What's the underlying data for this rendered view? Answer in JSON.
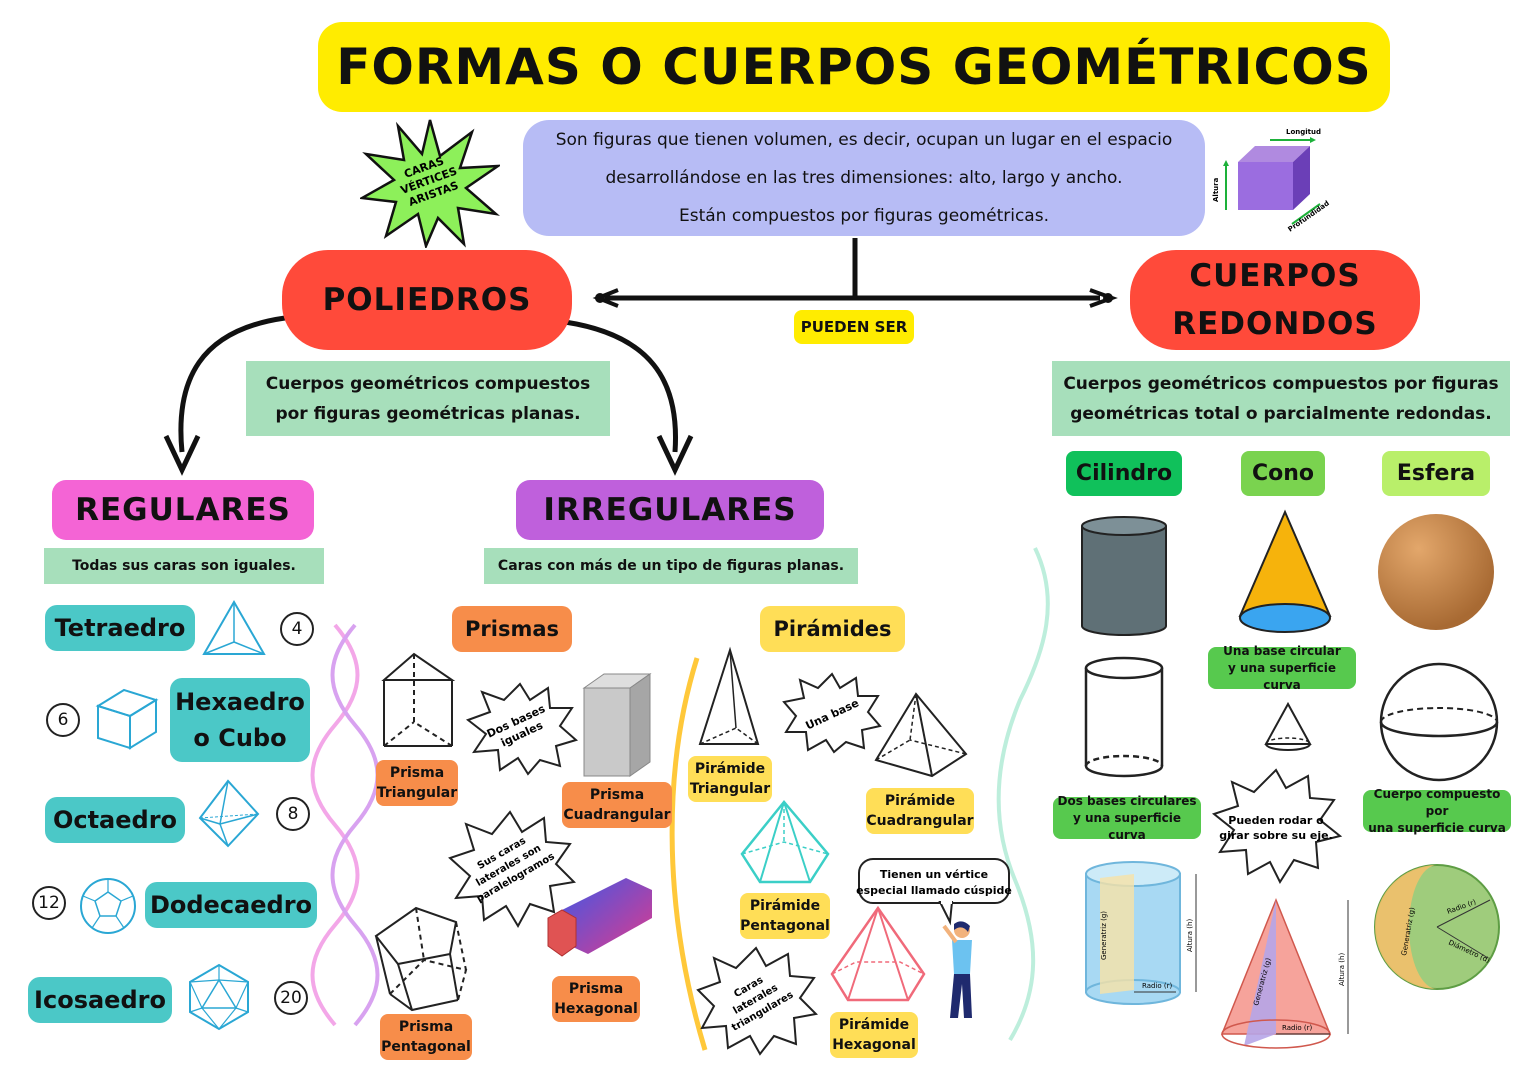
{
  "title": "FORMAS O CUERPOS GEOMÉTRICOS",
  "definition": {
    "line1": "Son figuras que tienen volumen, es decir, ocupan un lugar en el espacio",
    "line2": "desarrollándose en las tres dimensiones: alto, largo y ancho.",
    "line3": "Están compuestos por figuras geométricas."
  },
  "starburst": {
    "line1": "CARAS",
    "line2": "VÉRTICES",
    "line3": "ARISTAS"
  },
  "cube_axes": {
    "top": "Longitud",
    "left": "Altura",
    "right": "Profundidad"
  },
  "connector": "PUEDEN SER",
  "poliedros": {
    "label": "POLIEDROS",
    "note_line1": "Cuerpos geométricos compuestos",
    "note_line2": "por figuras geométricas planas."
  },
  "redondos": {
    "label_line1": "CUERPOS",
    "label_line2": "REDONDOS",
    "note_line1": "Cuerpos geométricos compuestos por figuras",
    "note_line2": "geométricas total o parcialmente redondas."
  },
  "regulares": {
    "label": "REGULARES",
    "note": "Todas sus caras son iguales.",
    "items": [
      {
        "name": "Tetraedro",
        "faces": "4"
      },
      {
        "name_line1": "Hexaedro",
        "name_line2": "o Cubo",
        "faces": "6"
      },
      {
        "name": "Octaedro",
        "faces": "8"
      },
      {
        "name": "Dodecaedro",
        "faces": "12"
      },
      {
        "name": "Icosaedro",
        "faces": "20"
      }
    ]
  },
  "irregulares": {
    "label": "IRREGULARES",
    "note": "Caras con más de un tipo de figuras planas.",
    "prismas": {
      "label": "Prismas",
      "triangular": [
        "Prisma",
        "Triangular"
      ],
      "cuadrangular": [
        "Prisma",
        "Cuadrangular"
      ],
      "pentagonal": [
        "Prisma",
        "Pentagonal"
      ],
      "hexagonal": [
        "Prisma",
        "Hexagonal"
      ],
      "burst_bases": [
        "Dos bases",
        "iguales"
      ],
      "burst_caras": [
        "Sus caras",
        "laterales son",
        "paralelogramos"
      ]
    },
    "piramides": {
      "label": "Pirámides",
      "triangular": [
        "Pirámide",
        "Triangular"
      ],
      "cuadrangular": [
        "Pirámide",
        "Cuadrangular"
      ],
      "pentagonal": [
        "Pirámide",
        "Pentagonal"
      ],
      "hexagonal": [
        "Pirámide",
        "Hexagonal"
      ],
      "burst_base": "Una base",
      "burst_caras": [
        "Caras",
        "laterales",
        "triangulares"
      ],
      "speech": [
        "Tienen un vértice",
        "especial llamado cúspide"
      ]
    }
  },
  "round": {
    "cilindro": {
      "label": "Cilindro",
      "note": [
        "Dos bases circulares",
        "y una superficie curva"
      ],
      "axis": [
        "Generatriz (g)",
        "Altura (h)",
        "Radio (r)"
      ]
    },
    "cono": {
      "label": "Cono",
      "note": [
        "Una base circular",
        "y una superficie curva"
      ],
      "axis": [
        "Generatriz (g)",
        "Altura (h)",
        "Radio (r)"
      ]
    },
    "esfera": {
      "label": "Esfera",
      "note": [
        "Cuerpo compuesto por",
        "una superficie curva"
      ],
      "axis": [
        "Generatriz (g)",
        "Radio (r)",
        "Diámetro (d)"
      ]
    },
    "burst": [
      "Pueden rodar o",
      "girar sobre su eje."
    ]
  },
  "colors": {
    "title_bg": "#ffec00",
    "definition_bg": "#b7bcf5",
    "red_pill": "#ff4a3a",
    "note_green": "#a7dfbb",
    "regulares": "#f464d5",
    "irregulares": "#bf60dc",
    "teal": "#4bc8c7",
    "orange": "#f78d4a",
    "yellow": "#ffde57",
    "cilindro": "#10c15b",
    "cono": "#7ad34f",
    "esfera": "#b9ef6a"
  }
}
